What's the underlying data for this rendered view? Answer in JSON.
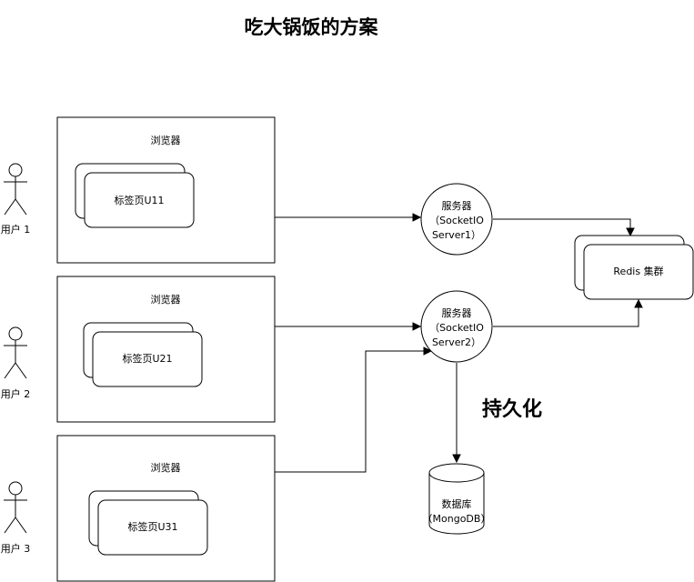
{
  "title": "吃大锅饭的方案",
  "persistence_label": "持久化",
  "users": [
    {
      "label": "用户 1",
      "browser_label": "浏览器",
      "tab_label": "标签页U11"
    },
    {
      "label": "用户 2",
      "browser_label": "浏览器",
      "tab_label": "标签页U21"
    },
    {
      "label": "用户 3",
      "browser_label": "浏览器",
      "tab_label": "标签页U31"
    }
  ],
  "servers": [
    {
      "lines": [
        "服务器",
        "（SocketIO",
        "Server1）"
      ]
    },
    {
      "lines": [
        "服务器",
        "（SocketIO",
        "Server2）"
      ]
    }
  ],
  "redis_label": "Redis 集群",
  "database": {
    "lines": [
      "数据库",
      "（MongoDB）"
    ]
  }
}
